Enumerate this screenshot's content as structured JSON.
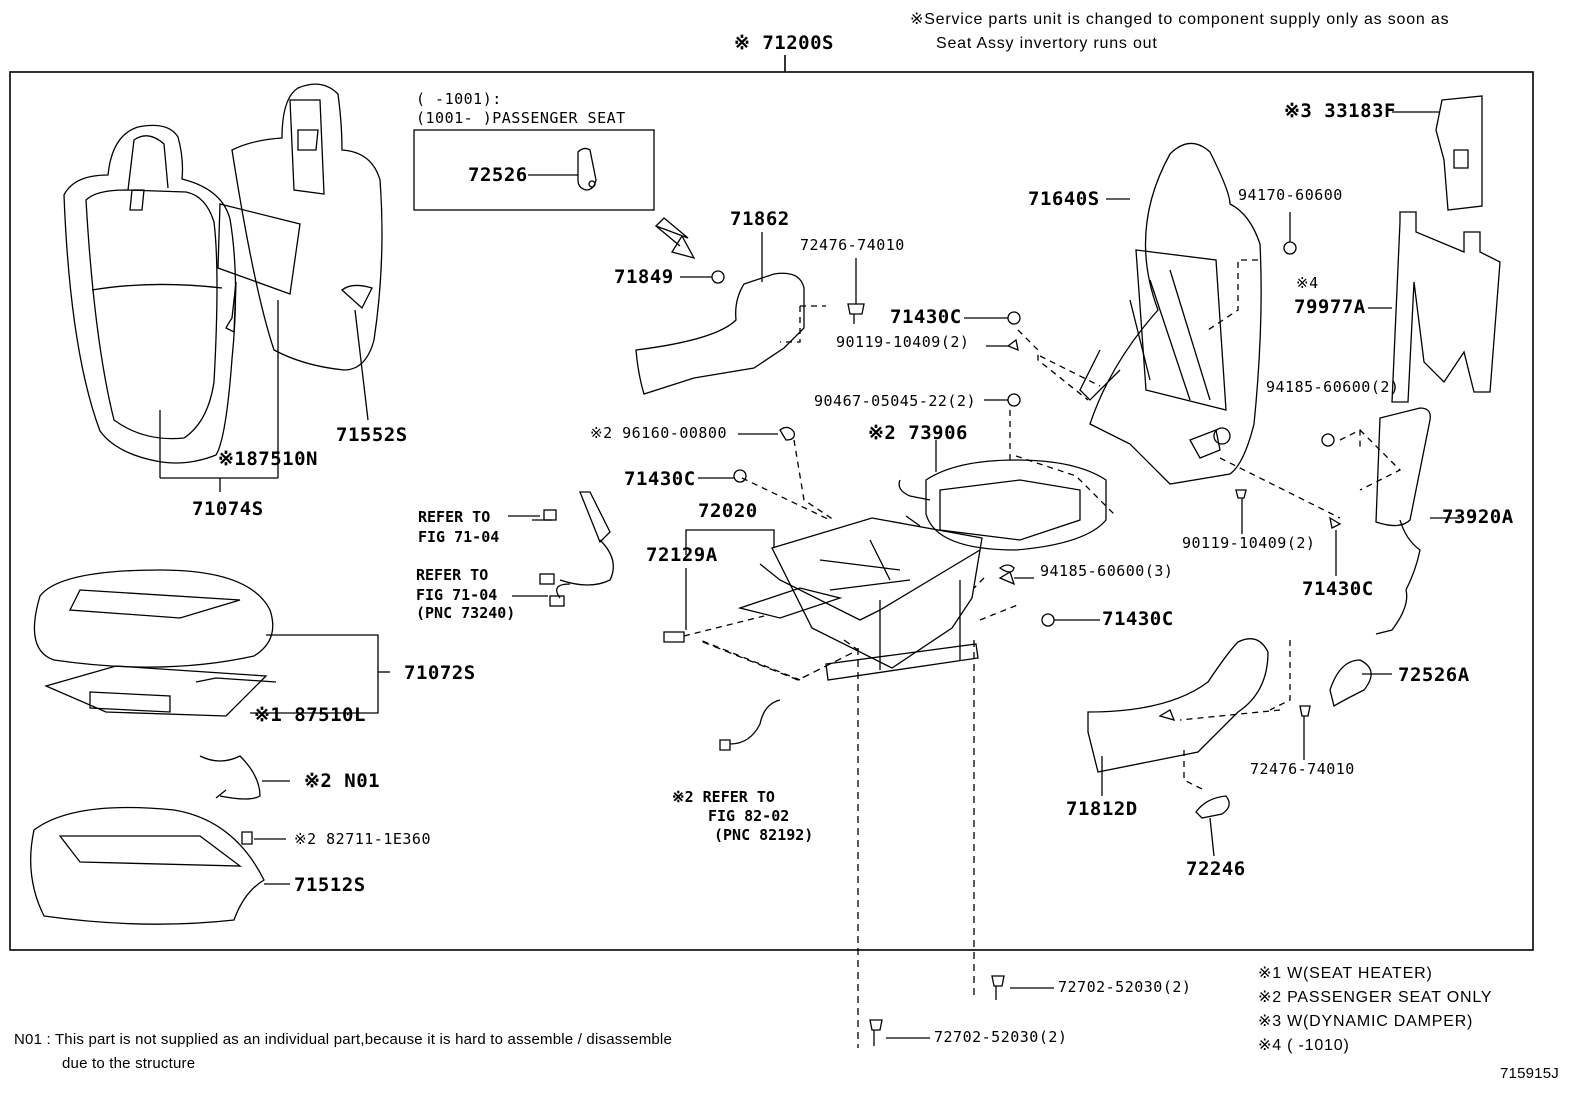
{
  "header": {
    "service_note_1": "※Service parts unit is changed to component supply only as soon as",
    "service_note_2": "Seat Assy invertory runs out",
    "assy_part": "※ 71200S"
  },
  "inset_box": {
    "line1": "(     -1001):",
    "line2": "(1001-     )PASSENGER SEAT",
    "part": "72526"
  },
  "parts": {
    "p71074S": "71074S",
    "p87510N": "※187510N",
    "p71552S": "71552S",
    "p71862": "71862",
    "p71849": "71849",
    "p72476a": "72476-74010",
    "p71640S": "71640S",
    "p94170": "94170-60600",
    "p33183F": "※3 33183F",
    "p79977A_note": "※4",
    "p79977A": "79977A",
    "p71430C_a": "71430C",
    "p90119a": "90119-10409(2)",
    "p90467": "90467-05045-22(2)",
    "p73906": "※2 73906",
    "p96160": "※2 96160-00800",
    "p71430C_b": "71430C",
    "p72020": "72020",
    "p72129A": "72129A",
    "p94185a": "94185-60600(2)",
    "p73920A": "73920A",
    "p90119b": "90119-10409(2)",
    "p71430C_c": "71430C",
    "p94185b": "94185-60600(3)",
    "p71430C_d": "71430C",
    "p71072S": "71072S",
    "p87510L": "※1 87510L",
    "pN01": "※2 N01",
    "p82711": "※2  82711-1E360",
    "p71512S": "71512S",
    "p72526A": "72526A",
    "p72476b": "72476-74010",
    "p71812D": "71812D",
    "p72246": "72246",
    "p72702a": "72702-52030(2)",
    "p72702b": "72702-52030(2)"
  },
  "refs": {
    "r1_a": "REFER TO",
    "r1_b": "FIG 71-04",
    "r2_a": "REFER TO",
    "r2_b": "FIG 71-04",
    "r2_c": "(PNC 73240)",
    "r3_a": "※2 REFER TO",
    "r3_b": "FIG 82-02",
    "r3_c": "(PNC 82192)"
  },
  "legend": {
    "l1": "※1 W(SEAT HEATER)",
    "l2": "※2  PASSENGER SEAT ONLY",
    "l3": "※3  W(DYNAMIC DAMPER)",
    "l4": "※4  (      -1010)"
  },
  "footnote": {
    "line1": "N01 : This part is not supplied as an individual part,because it is hard to assemble / disassemble",
    "line2": "due to the structure"
  },
  "figure_id": "715915J"
}
